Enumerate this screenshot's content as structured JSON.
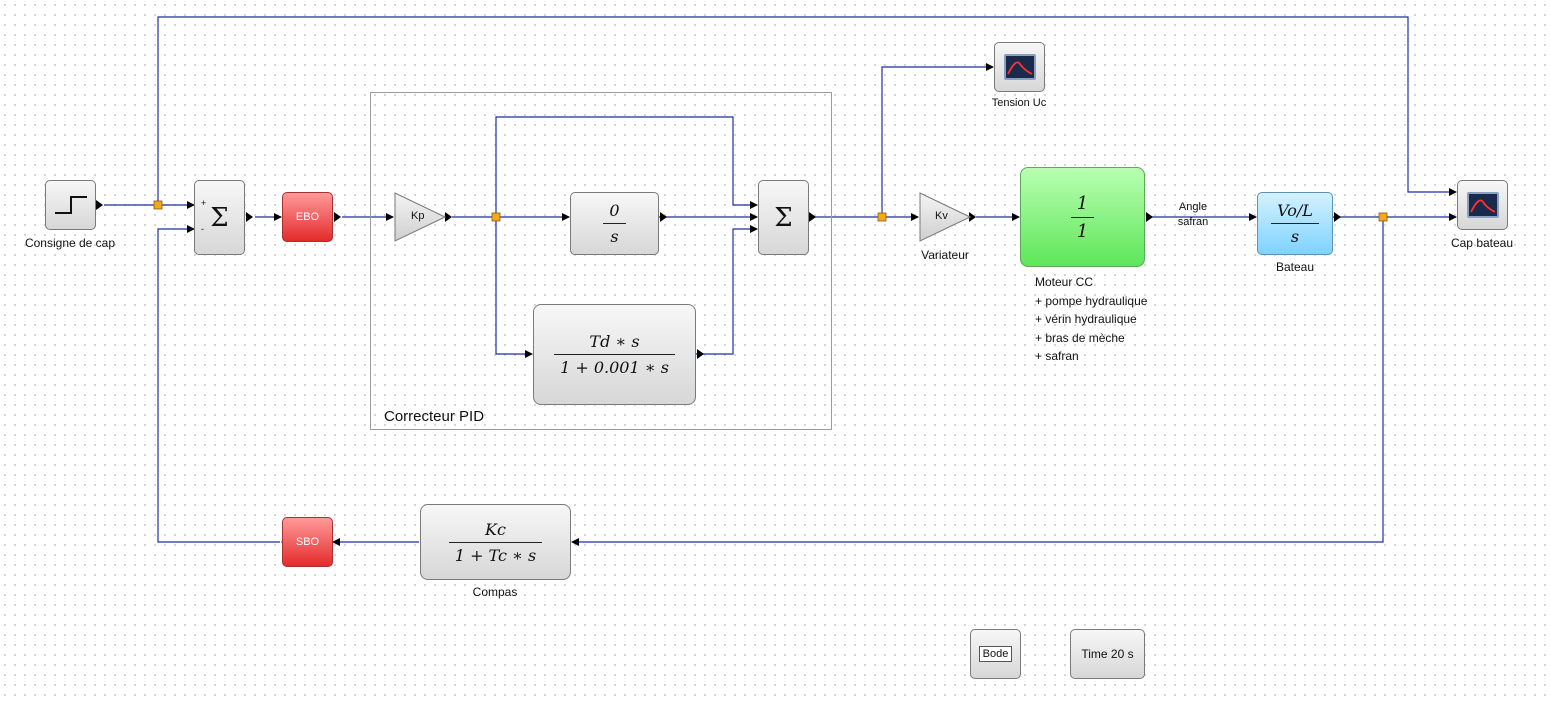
{
  "diagram": {
    "source": {
      "label": "Consigne de cap",
      "icon": "step-icon"
    },
    "sum1": {
      "symbol": "Σ",
      "plus": "+",
      "minus": "-"
    },
    "ebo": {
      "label": "EBO"
    },
    "sbo": {
      "label": "SBO"
    },
    "pid": {
      "title": "Correcteur PID",
      "kp": "Kp",
      "integrator": {
        "num": "0",
        "den": "s"
      },
      "derivative": {
        "num": "Td ∗ s",
        "den": "1 + 0.001 ∗ s"
      },
      "sum": "Σ"
    },
    "variateur": {
      "gain": "Kv",
      "label": "Variateur"
    },
    "moteur": {
      "num": "1",
      "den": "1",
      "caption": [
        "Moteur CC",
        "+ pompe hydraulique",
        "+ vérin hydraulique",
        "+ bras de mèche",
        "+ safran"
      ]
    },
    "signal_label": {
      "line1": "Angle",
      "line2": "safran"
    },
    "bateau": {
      "num": "Vo/L",
      "den": "s",
      "label": "Bateau"
    },
    "compas": {
      "num": "Kc",
      "den": "1 + Tc ∗ s",
      "label": "Compas"
    },
    "scope_tension": {
      "label": "Tension Uc",
      "icon": "scope-icon"
    },
    "scope_cap": {
      "label": "Cap bateau",
      "icon": "scope-icon"
    },
    "bode": {
      "label": "Bode"
    },
    "time": {
      "label": "Time 20 s"
    }
  },
  "colors": {
    "wire": "#1f2fa0",
    "split_point": "#f5a623",
    "red_block": "#e42b2b",
    "green_block": "#5ee65a",
    "blue_block": "#7fd2ff"
  }
}
